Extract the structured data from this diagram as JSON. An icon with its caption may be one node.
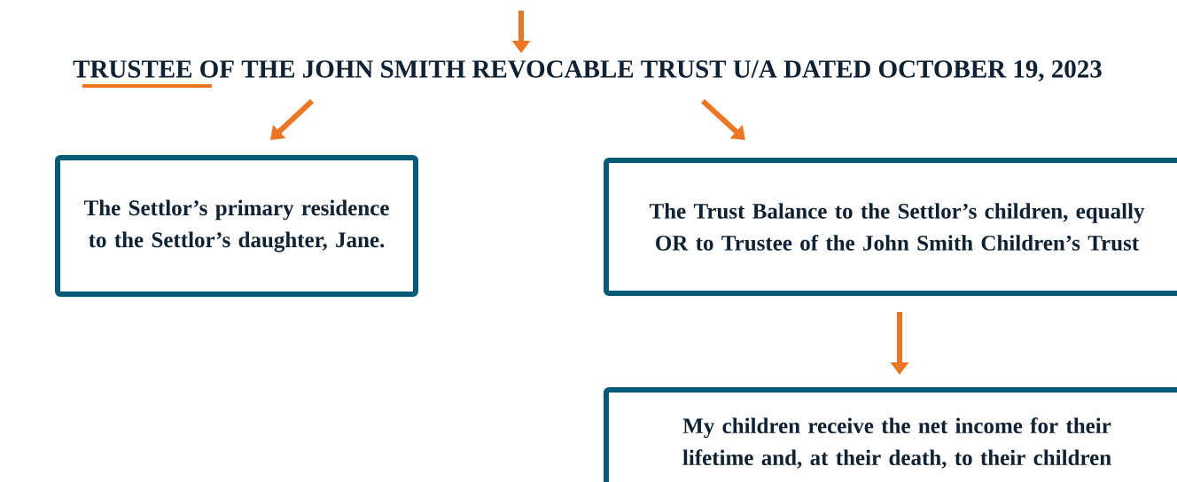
{
  "diagram": {
    "nodes": [
      {
        "text": [
          "TRUSTEE OF THE JOHN SMITH REVOCABLE TRUST U/A DATED OCTOBER 19, 2023"
        ]
      },
      {
        "text": [
          "The Settlor’s primary residence to the Settlor’s daughter, Jane."
        ]
      },
      {
        "text": [
          "The Trust Balance to the Settlor’s children, equally OR to Trustee of the John Smith Children’s Trust"
        ]
      },
      {
        "text": [
          "My children receive the net income for their lifetime and, at their death, to their children"
        ]
      }
    ],
    "edges": [
      {
        "from": null,
        "to": 0,
        "arrow": "to"
      },
      {
        "from": 0,
        "to": 1,
        "arrow": "to"
      },
      {
        "from": 0,
        "to": 2,
        "arrow": "to"
      },
      {
        "from": 2,
        "to": 3,
        "arrow": "to"
      }
    ]
  }
}
